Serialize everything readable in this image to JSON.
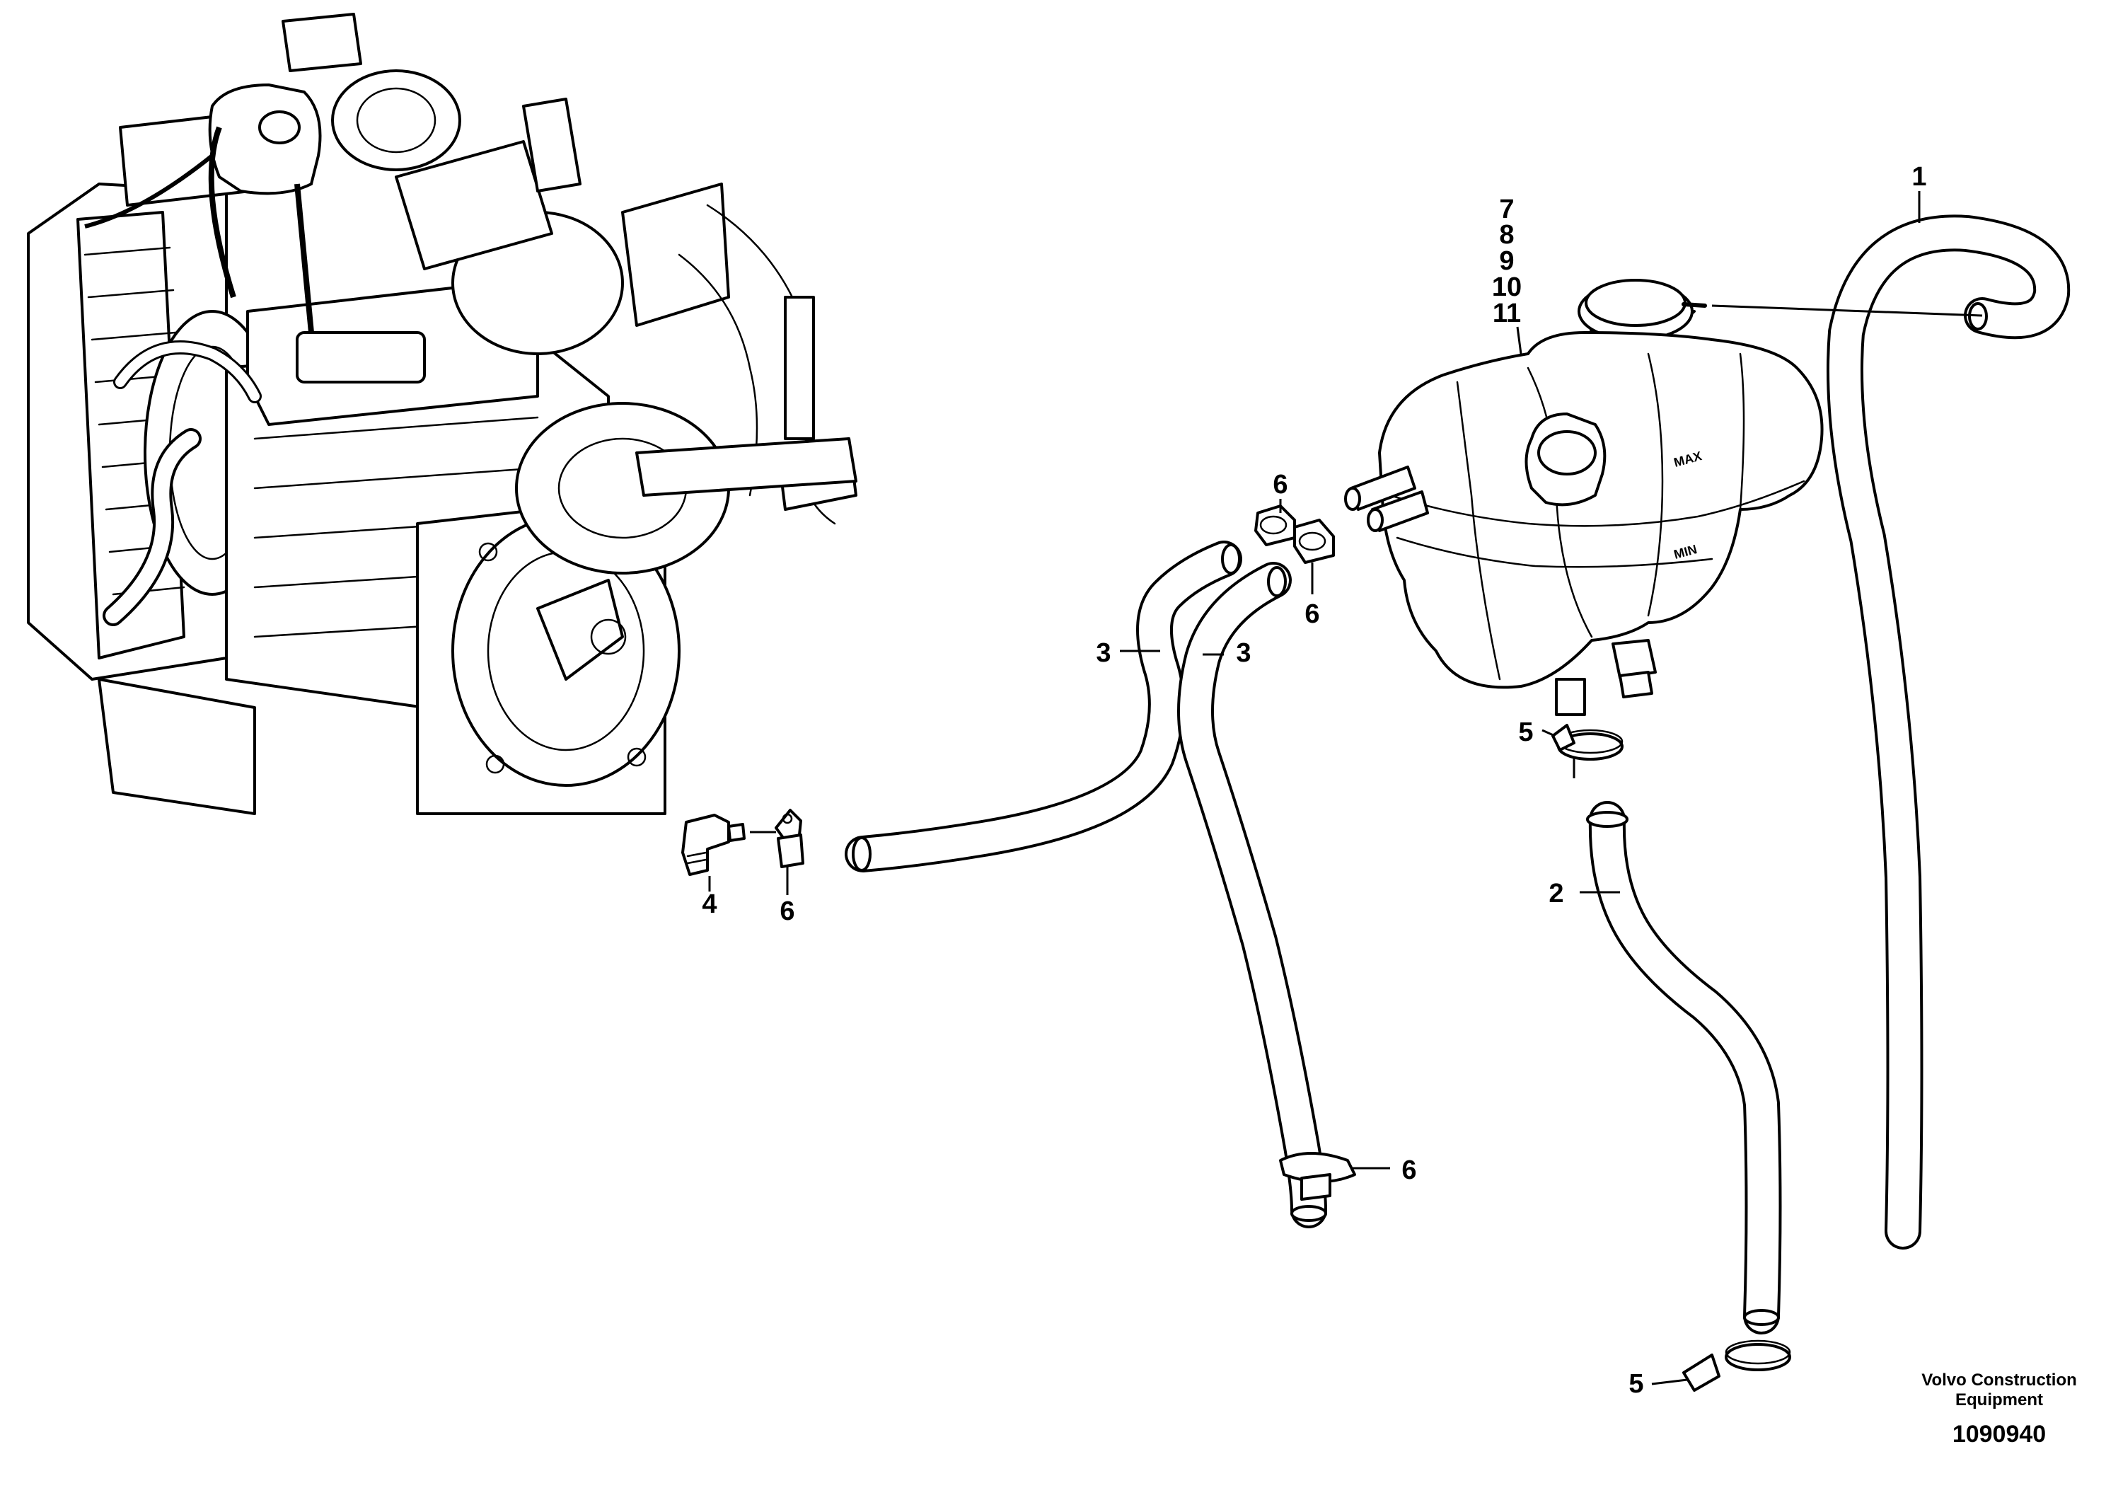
{
  "callouts": {
    "c1": "1",
    "c2": "2",
    "c3a": "3",
    "c3b": "3",
    "c4": "4",
    "c5a": "5",
    "c5b": "5",
    "c6a": "6",
    "c6b": "6",
    "c6c": "6",
    "c6d": "6",
    "c7": "7",
    "c8": "8",
    "c9": "9",
    "c10": "10",
    "c11": "11"
  },
  "tank": {
    "max_label": "MAX",
    "min_label": "MIN"
  },
  "footer": {
    "brand_line1": "Volvo Construction",
    "brand_line2": "Equipment",
    "figure_number": "1090940"
  }
}
